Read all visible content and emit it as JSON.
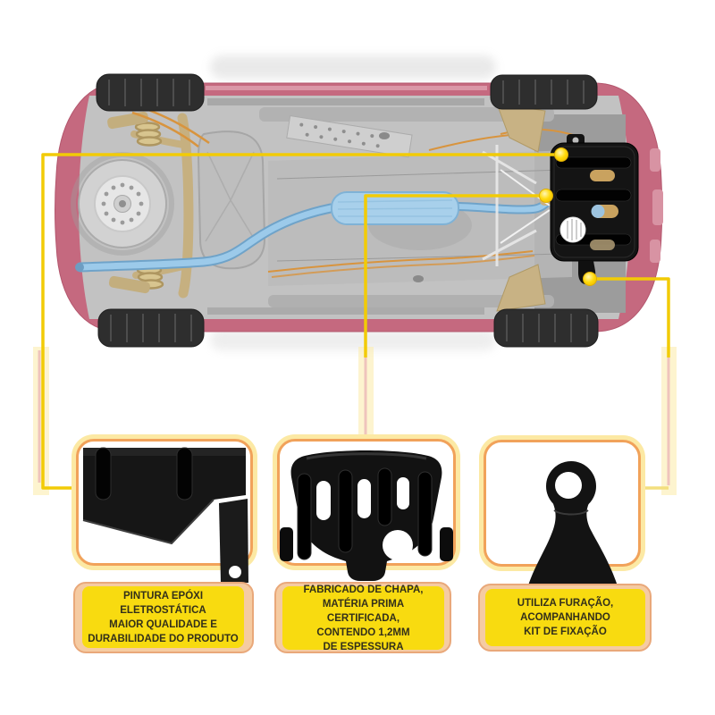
{
  "product": {
    "type": "car-skid-plate-infographic",
    "features": [
      {
        "id": "epoxy-paint",
        "image": "plate-corner-closeup",
        "text": "PINTURA EPÓXI\nELETROSTÁTICA\nMAIOR QUALIDADE E\nDURABILIDADE DO PRODUTO"
      },
      {
        "id": "certified-steel",
        "image": "skid-plate-full",
        "text": "FABRICADO DE CHAPA,\nMATÉRIA PRIMA CERTIFICADA,\nCONTENDO 1,2MM\nDE ESPESSURA"
      },
      {
        "id": "mounting-kit",
        "image": "mounting-bracket-tab",
        "text": "UTILIZA FURAÇÃO,\nACOMPANHANDO\nKIT DE FIXAÇÃO"
      }
    ]
  },
  "colors": {
    "callout_line": "#F2CB06",
    "callout_dot": "#FFD90A",
    "card_border": "#F1A25A",
    "card_glow": "#FCE9A4",
    "label_background": "#F8DB10",
    "label_text": "#33301A",
    "backing": "#F5CBA2",
    "car_body_pink": "#C5697F",
    "underbody_gray": "#C2C2C2",
    "exhaust_blue": "#9CCAEA",
    "suspension_tan": "#C8B284",
    "part_black": "#141414"
  }
}
